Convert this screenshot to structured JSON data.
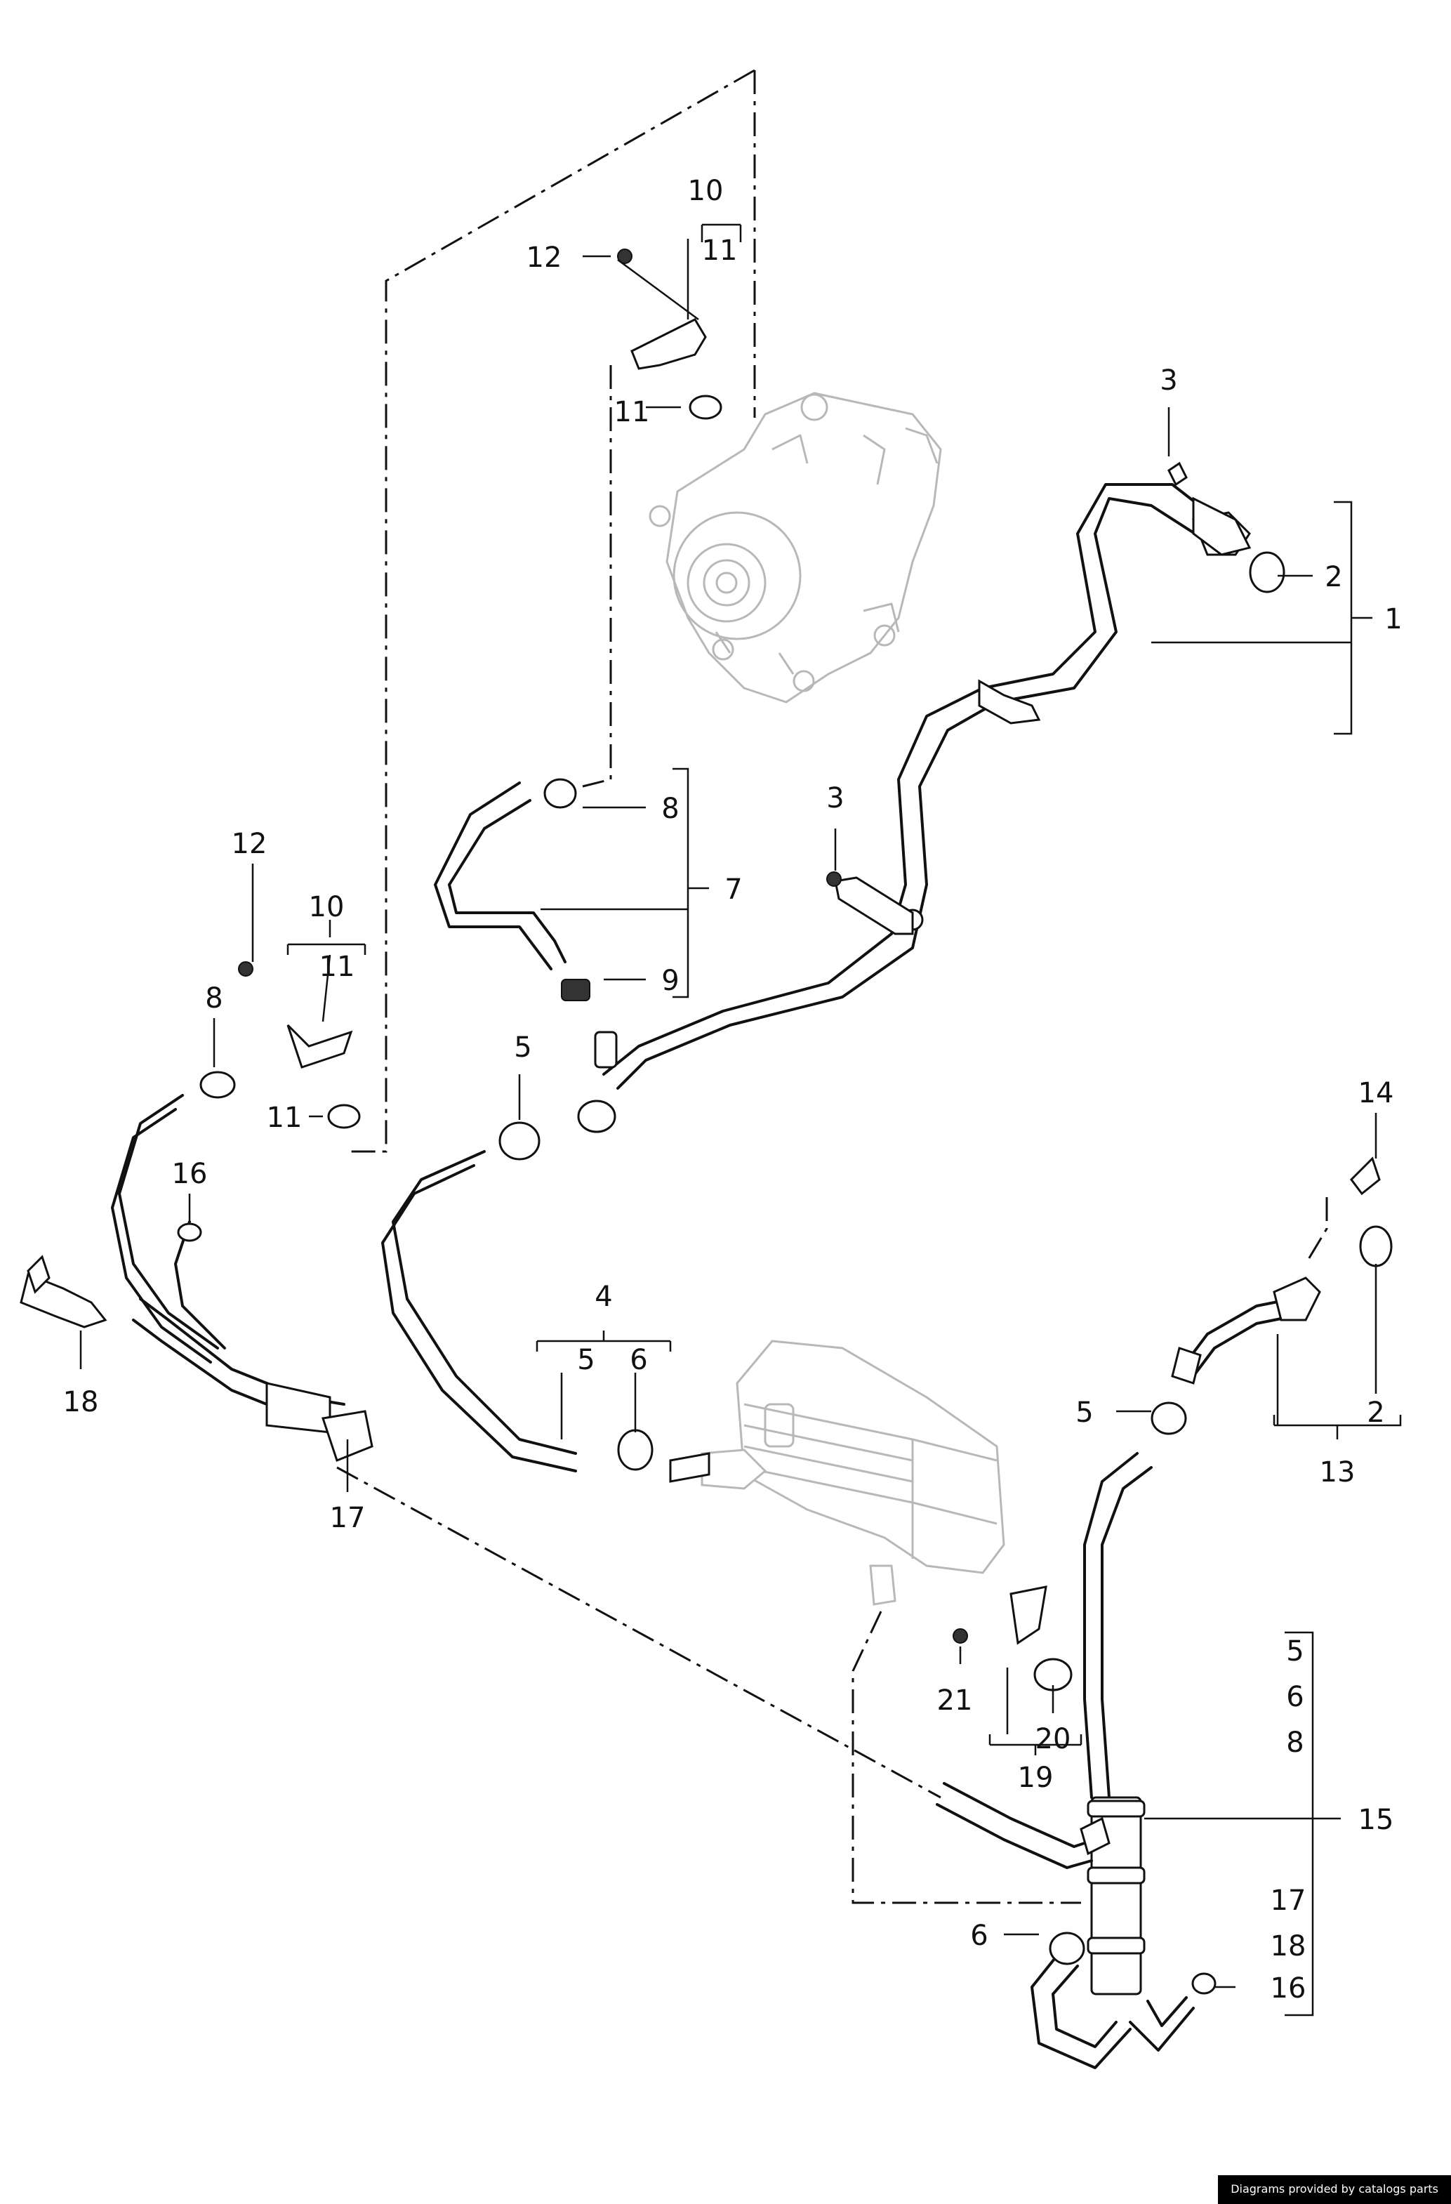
{
  "labels": {
    "n1": "1",
    "n2a": "2",
    "n2b": "2",
    "n3a": "3",
    "n3b": "3",
    "n4": "4",
    "n5a": "5",
    "n5b": "5",
    "n5c": "5",
    "n5d": "5",
    "n6a": "6",
    "n6b": "6",
    "n6c": "6",
    "n7": "7",
    "n8a": "8",
    "n8b": "8",
    "n8c": "8",
    "n9": "9",
    "n10a": "10",
    "n10b": "10",
    "n11a": "11",
    "n11b": "11",
    "n11c": "11",
    "n11d": "11",
    "n12a": "12",
    "n12b": "12",
    "n13": "13",
    "n14": "14",
    "n15": "15",
    "n16a": "16",
    "n16b": "16",
    "n17a": "17",
    "n17b": "17",
    "n18a": "18",
    "n18b": "18",
    "n19": "19",
    "n20": "20",
    "n21": "21"
  },
  "footer": "Diagrams provided by catalogs parts"
}
